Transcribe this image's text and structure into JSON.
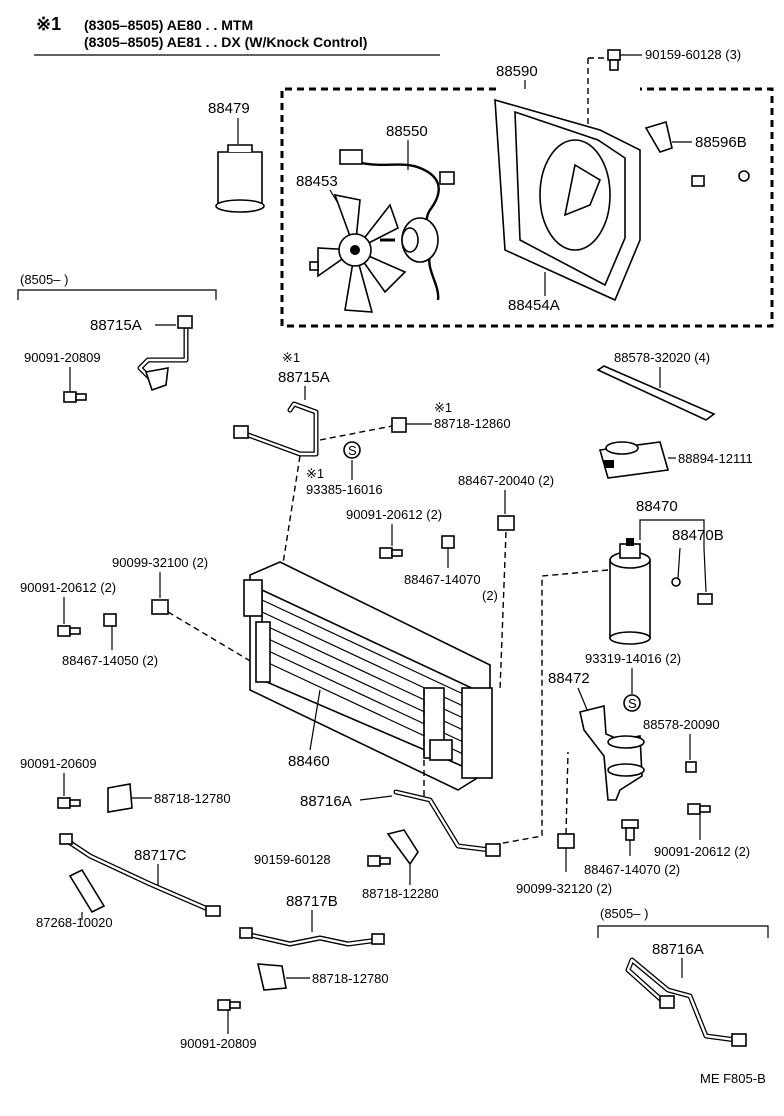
{
  "header": {
    "mark": "※1",
    "line1": "(8305–8505) AE80 . . MTM",
    "line2": "(8305–8505) AE81 . . DX (W/Knock Control)"
  },
  "labels": {
    "l_88590": "88590",
    "l_90159_60128_3": "90159-60128 (3)",
    "l_88479": "88479",
    "l_88550": "88550",
    "l_88596B": "88596B",
    "l_88453": "88453",
    "l_88454A": "88454A",
    "l_8505_a": "(8505–        )",
    "l_88715A_a": "88715A",
    "l_90091_20809_a": "90091-20809",
    "l_star1_a": "※1",
    "l_88715A_b": "88715A",
    "l_star1_b": "※1",
    "l_88718_12860": "88718-12860",
    "l_star1_c": "※1",
    "l_93385_16016": "93385-16016",
    "l_88578_32020": "88578-32020 (4)",
    "l_88894_12111": "88894-12111",
    "l_88467_20040": "88467-20040 (2)",
    "l_90091_20612_a": "90091-20612 (2)",
    "l_88467_14070_a": "88467-14070",
    "l_2_a": "(2)",
    "l_88470": "88470",
    "l_88470B": "88470B",
    "l_90099_32100": "90099-32100 (2)",
    "l_90091_20612_b": "90091-20612 (2)",
    "l_88467_14050": "88467-14050 (2)",
    "l_93319_14016": "93319-14016 (2)",
    "l_88472": "88472",
    "l_88578_20090": "88578-20090",
    "l_88460": "88460",
    "l_90091_20609": "90091-20609",
    "l_88718_12780_a": "88718-12780",
    "l_88716A_a": "88716A",
    "l_88717C": "88717C",
    "l_90159_60128_b": "90159-60128",
    "l_88718_12280": "88718-12280",
    "l_90091_20612_c": "90091-20612 (2)",
    "l_88467_14070_b": "88467-14070 (2)",
    "l_90099_32120": "90099-32120 (2)",
    "l_87268_10020": "87268-10020",
    "l_88717B": "88717B",
    "l_8505_b": "(8505–        )",
    "l_88716A_b": "88716A",
    "l_88718_12780_b": "88718-12780",
    "l_90091_20809_b": "90091-20809",
    "l_s_a": "S",
    "l_s_b": "S",
    "code": "ME F805-B"
  }
}
